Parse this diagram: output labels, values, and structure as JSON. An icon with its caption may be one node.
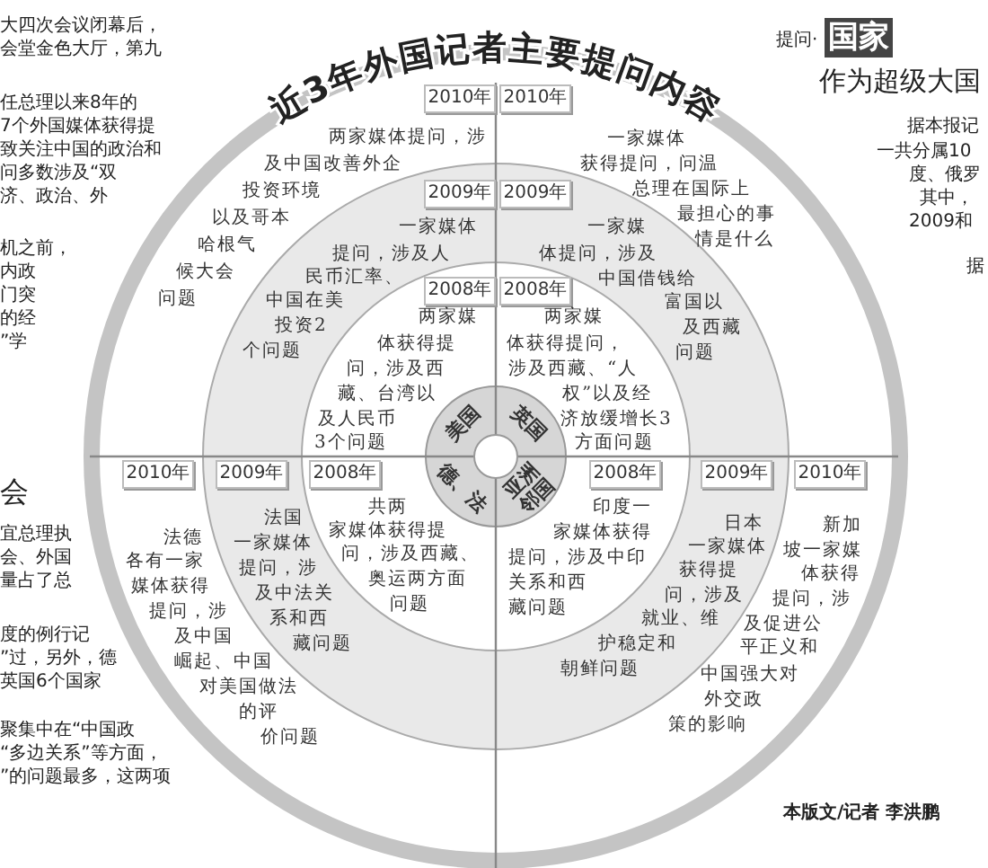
{
  "diagram": {
    "title": "近3年外国记者主要提问内容",
    "nodes": [
      {
        "text": [
          "2010年"
        ]
      },
      {
        "text": [
          "2010年"
        ]
      },
      {
        "text": [
          "2009年"
        ]
      },
      {
        "text": [
          "2009年"
        ]
      },
      {
        "text": [
          "2008年"
        ]
      },
      {
        "text": [
          "2008年"
        ]
      },
      {
        "text": [
          "2010年"
        ]
      },
      {
        "text": [
          "2009年"
        ]
      },
      {
        "text": [
          "2008年"
        ]
      },
      {
        "text": [
          "2008年"
        ]
      },
      {
        "text": [
          "2009年"
        ]
      },
      {
        "text": [
          "2010年"
        ]
      }
    ],
    "labels": [
      "大四次会议闭幕后，",
      "会堂金色大厅，第九",
      "任总理以来8年的",
      "7个外国媒体获得提",
      "致关注中国的政治和",
      "问多数涉及“双",
      "济、政治、外",
      "机之前，",
      "内政",
      "门突",
      "的经",
      "”学",
      "提问·",
      "国家",
      "作为超级大国",
      "据本报记",
      "一共分属10",
      "度、俄罗",
      "其中，",
      "2009和",
      "据",
      "两家媒体提问，涉及中国改善外企投资环境以及哥本哈根气候大会问题",
      "一家媒体获得提问，问温总理在国际上最担心的事情是什么",
      "一家媒体提问，涉及人民币汇率、中国在美投资2个问题",
      "一家媒体提问，涉及中国借钱给富国以及西藏问题",
      "两家媒体获得提问，涉及西藏、台湾以及人民币3个问题",
      "两家媒体获得提问，涉及西藏、“人权”以及经济放缓增长3方面问题",
      "美国",
      "英国",
      "德、法",
      "亚洲邻国",
      "会",
      "宜总理执",
      "会、外国",
      "量占了总",
      "度的例行记",
      "”过，另外，德",
      "英国6个国家",
      "法德各有一家媒体获得提问，涉及中国崛起、中国对美国做法的评价问题",
      "法国一家媒体提问，涉及中法关系和西藏问题",
      "共两家媒体获得提问，涉及西藏、奥运两方面问题",
      "印度一家媒体获得提问，涉及中印关系和西藏问题",
      "日本一家媒体获得提问，涉及就业、维护稳定和朝鲜问题",
      "新加坡一家媒体获得提问，涉及促进公平正义和中国强大对外交政策的影响",
      "聚集中在“中国政",
      "“多边关系”等方面，",
      "”的问题最多，这两项",
      "本版文/记者 李洪鹏"
    ]
  }
}
